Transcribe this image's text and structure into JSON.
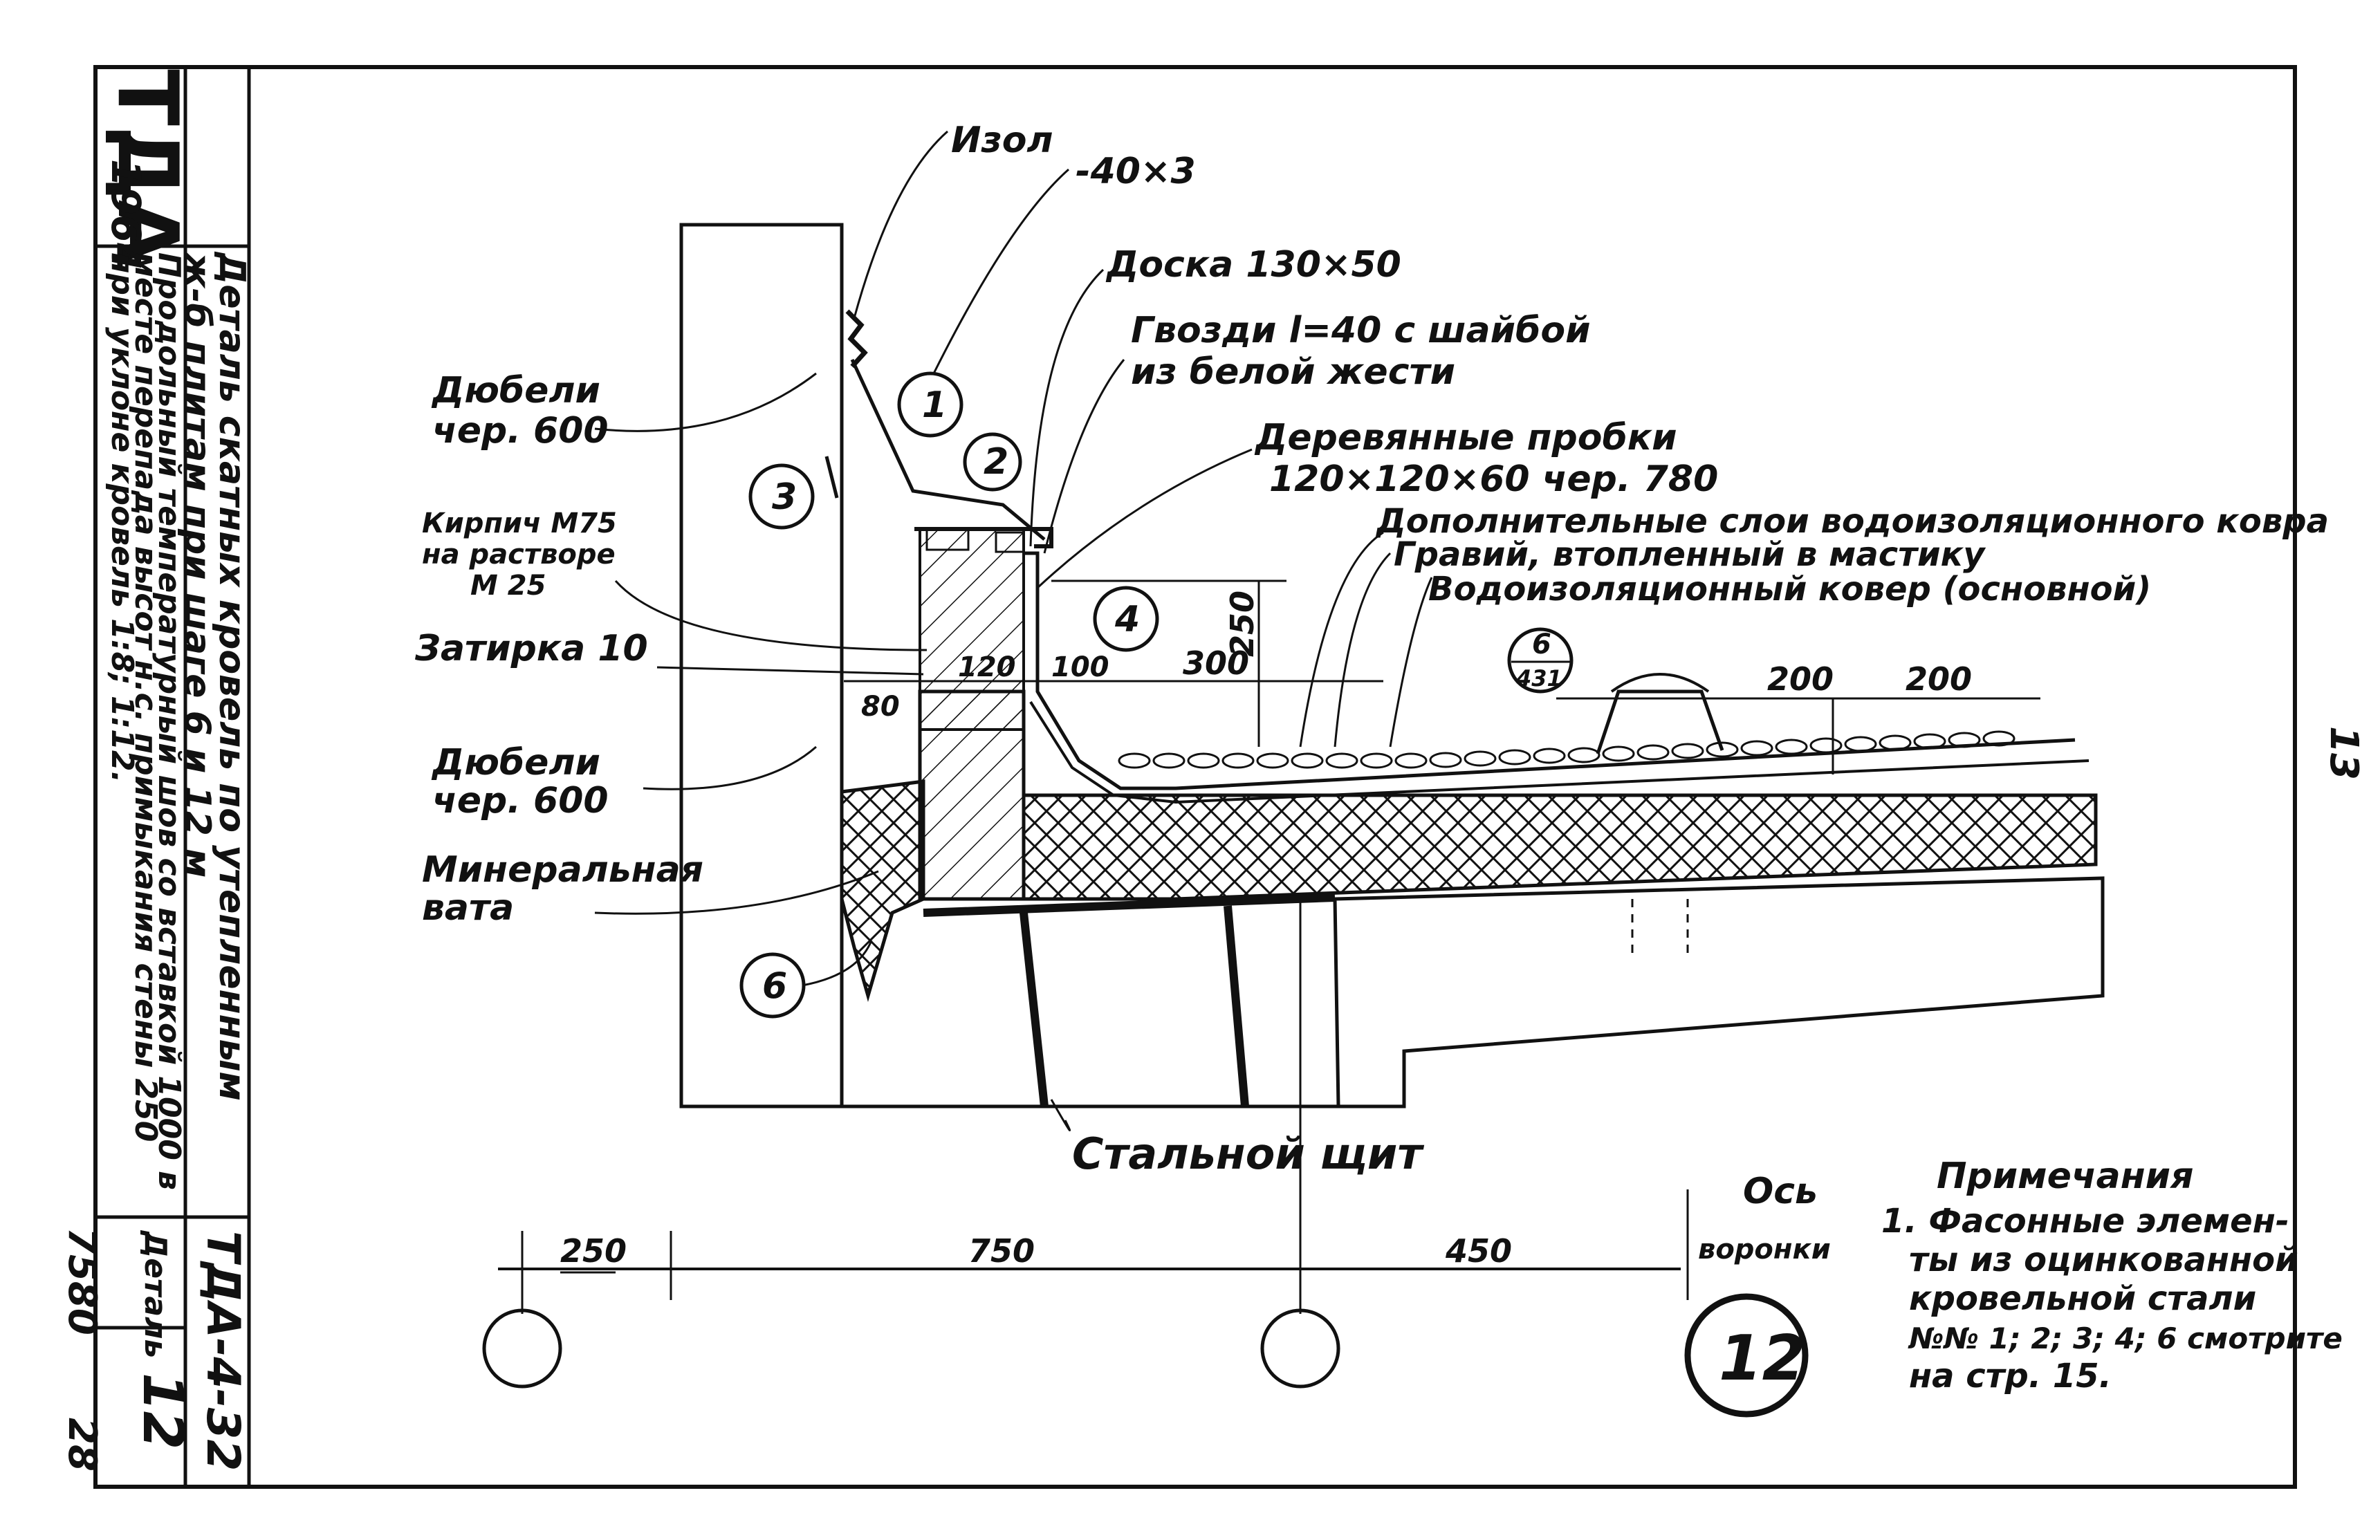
{
  "title_block": {
    "logo": "ТДА",
    "year": "1964",
    "title_line1": "Деталь скатных кровель по утепленным",
    "title_line2": "ж-б плитам при шаге 6 и 12 м",
    "subtitle_line1": "Продольный температурный шов со вставкой 1000 в",
    "subtitle_line2": "месте перепада высот н.с. примыкания стены 250",
    "subtitle_line3": "при уклоне кровель 1:8; 1:12.",
    "code": "ТДА-4-32",
    "sheet_label": "Деталь",
    "sheet_number": "12",
    "archive_number": "7580",
    "page_bottom": "28",
    "page_side": "13"
  },
  "callouts": {
    "izol": "Изол",
    "strip": "-40×3",
    "board": "Доска 130×50",
    "nails_line1": "Гвозди l=40 с шайбой",
    "nails_line2": "из белой жести",
    "plugs_line1": "Деревянные пробки",
    "plugs_line2": "120×120×60 чер. 780",
    "extra_layers": "Дополнительные слои водоизоляционного ковра",
    "gravel": "Гравий, втопленный в мастику",
    "main_carpet": "Водоизоляционный ковер (основной)",
    "dowels_top_line1": "Дюбели",
    "dowels_top_line2": "чер. 600",
    "brick_line1": "Кирпич М75",
    "brick_line2": "на растворе",
    "brick_line3": "М 25",
    "plaster": "Затирка 10",
    "dowels_bot_line1": "Дюбели",
    "dowels_bot_line2": "чер. 600",
    "wool_line1": "Минеральная",
    "wool_line2": "вата",
    "steel_shield": "Стальной щит",
    "axis_line1": "Ось",
    "axis_line2": "воронки",
    "ref_top": "6",
    "ref_bottom": "431"
  },
  "markers": [
    "1",
    "2",
    "3",
    "4",
    "6"
  ],
  "dimensions": {
    "d250_top": "250",
    "d120": "120",
    "d100": "100",
    "d300": "300",
    "d80": "80",
    "d200a": "200",
    "d200b": "200",
    "d250_bottom": "250",
    "d750": "750",
    "d450": "450"
  },
  "detail_number": "12",
  "notes": {
    "heading": "Примечания",
    "line1": "1. Фасонные элемен-",
    "line2": "ты из оцинкованной",
    "line3": "кровельной стали",
    "line4": "№№ 1; 2; 3; 4; 6 смотрите",
    "line5": "на стр. 15."
  }
}
